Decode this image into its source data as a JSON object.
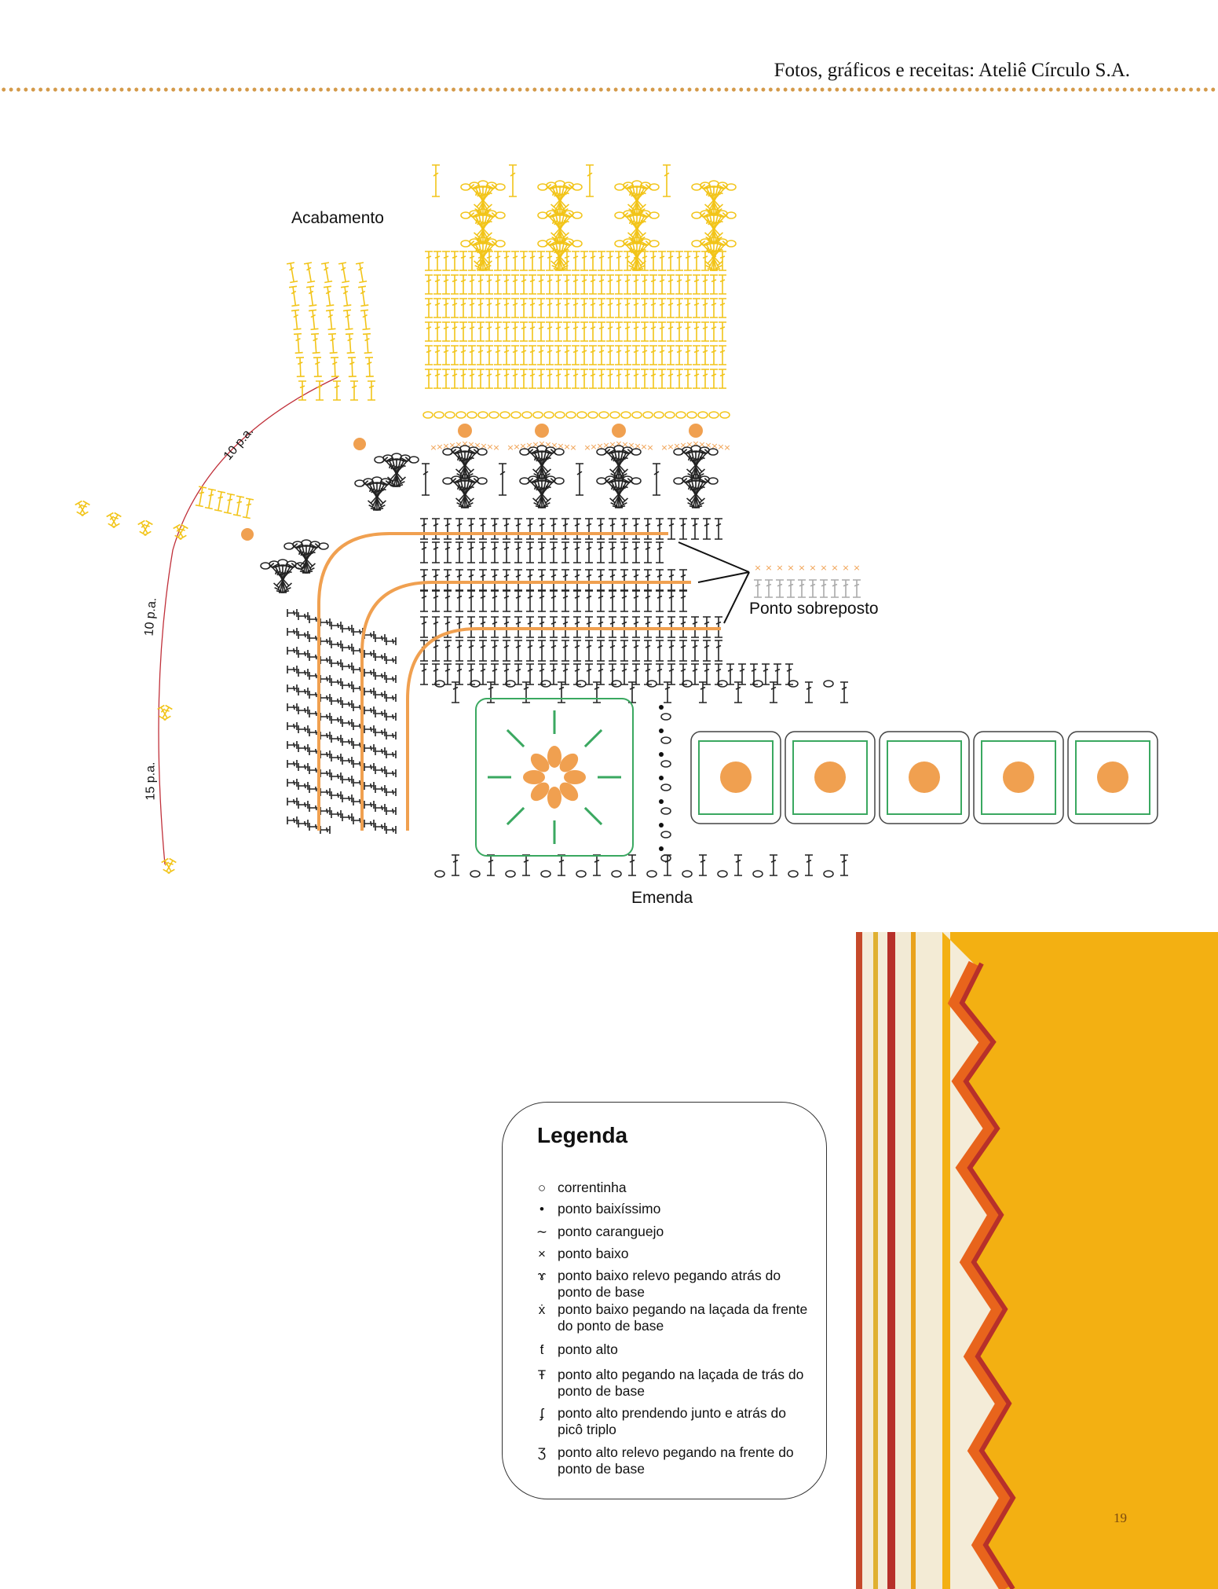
{
  "header": {
    "credit": "Fotos, gráficos e receitas: Ateliê Círculo S.A."
  },
  "diagram": {
    "labels": {
      "finishing": "Acabamento",
      "overlay_stitch": "Ponto sobreposto",
      "seam": "Emenda",
      "count_1": "10 p.a.",
      "count_2": "10 p.a.",
      "count_3": "15 p.a."
    },
    "colors": {
      "yellow": "#f2c418",
      "orange": "#f0a050",
      "green": "#3aa860",
      "black": "#222222",
      "red_arc": "#c0303a",
      "dots": "#d49a4a"
    }
  },
  "legend": {
    "title": "Legenda",
    "items": [
      {
        "symbol": "○",
        "label": "correntinha"
      },
      {
        "symbol": "•",
        "label": "ponto baixíssimo"
      },
      {
        "symbol": "∼",
        "label": "ponto caranguejo"
      },
      {
        "symbol": "×",
        "label": "ponto baixo"
      },
      {
        "symbol": "ɤ",
        "label": "ponto baixo relevo pegando atrás do ponto de base"
      },
      {
        "symbol": "ẋ",
        "label": "ponto baixo pegando na laçada da frente do ponto de base"
      },
      {
        "symbol": "ƭ",
        "label": "ponto alto"
      },
      {
        "symbol": "Ŧ",
        "label": "ponto alto pegando na laçada de trás do ponto de base"
      },
      {
        "symbol": "ʄ",
        "label": "ponto alto prendendo junto e atrás do picô triplo"
      },
      {
        "symbol": "Ʒ",
        "label": "ponto alto relevo pegando na frente do ponto de base"
      }
    ]
  },
  "page_number": "19"
}
